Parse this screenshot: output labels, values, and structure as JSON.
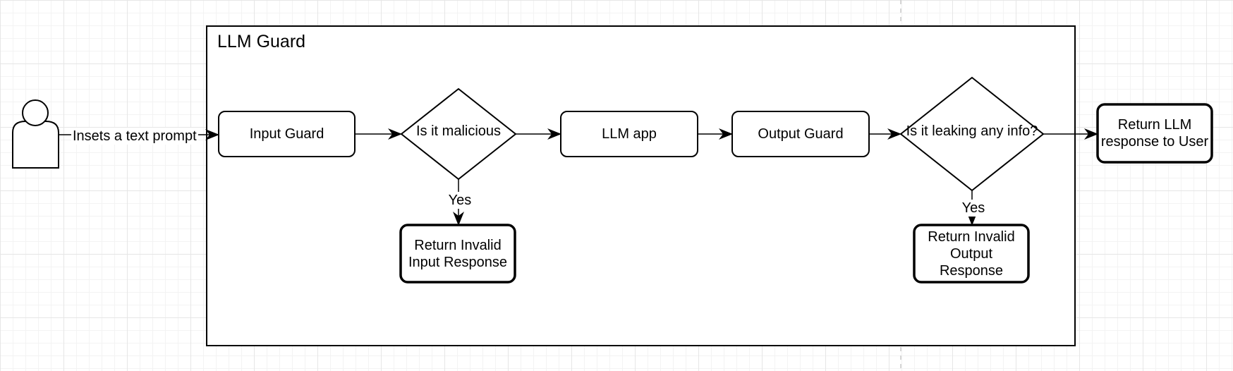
{
  "diagram": {
    "container_title": "LLM Guard",
    "actor_edge_label": "Insets a text prompt",
    "nodes": {
      "input_guard": "Input Guard",
      "malicious_decision": "Is it malicious",
      "llm_app": "LLM app",
      "output_guard": "Output Guard",
      "leak_decision": "Is it leaking any info?",
      "return_llm": "Return LLM response to User",
      "invalid_input": "Return Invalid Input Response",
      "invalid_output": "Return Invalid Output Response"
    },
    "edge_labels": {
      "malicious_yes": "Yes",
      "leak_yes": "Yes"
    }
  }
}
